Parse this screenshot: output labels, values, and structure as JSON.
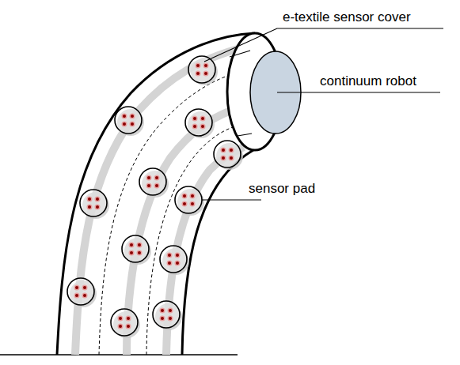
{
  "diagram": {
    "labels": [
      "e-textile sensor cover",
      "continuum robot",
      "sensor pad"
    ]
  }
}
